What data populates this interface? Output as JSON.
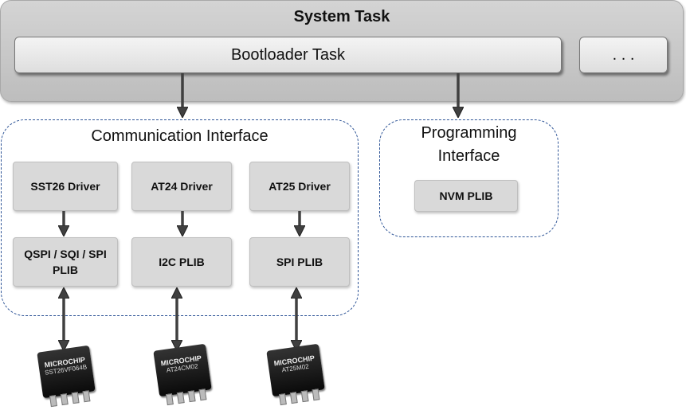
{
  "system_task": {
    "title": "System Task",
    "bootloader_task": "Bootloader Task",
    "other_tasks": ". . ."
  },
  "communication_interface": {
    "title": "Communication Interface",
    "drivers": [
      "SST26 Driver",
      "AT24 Driver",
      "AT25 Driver"
    ],
    "plibs": [
      "QSPI / SQI / SPI PLIB",
      "I2C PLIB",
      "SPI PLIB"
    ]
  },
  "programming_interface": {
    "title": "Programming Interface",
    "plib": "NVM PLIB"
  },
  "chips": [
    {
      "brand": "MICROCHIP",
      "part": "SST26VF064B"
    },
    {
      "brand": "MICROCHIP",
      "part": "AT24CM02"
    },
    {
      "brand": "MICROCHIP",
      "part": "AT25M02"
    }
  ],
  "colors": {
    "dashed_border": "#2f5597",
    "block_fill": "#d9d9d9",
    "system_fill": "#c8c8c8"
  }
}
